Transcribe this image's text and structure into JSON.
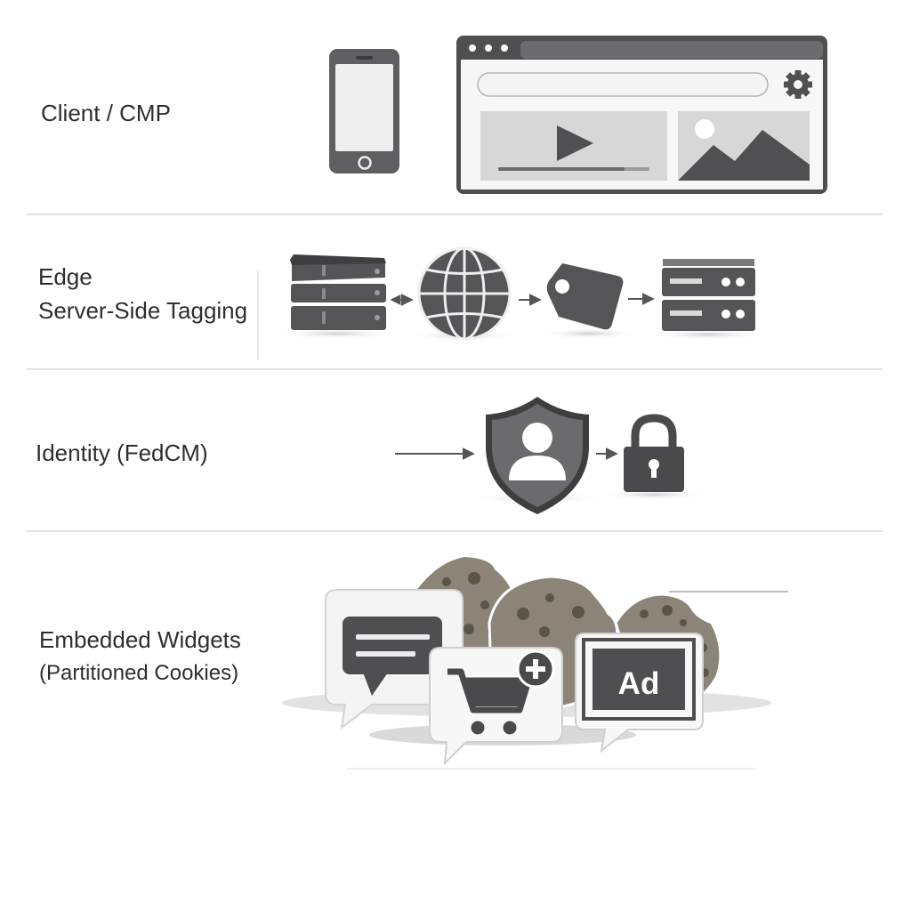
{
  "rows": [
    {
      "lines": [
        "Client / CMP"
      ]
    },
    {
      "lines": [
        "Edge",
        "Server-Side Tagging"
      ]
    },
    {
      "lines": [
        "Identity (FedCM)"
      ]
    },
    {
      "lines": [
        "Embedded Widgets",
        "(Partitioned Cookies)"
      ]
    }
  ],
  "widgets": {
    "ad_label": "Ad"
  },
  "colors": {
    "icon_dark": "#555558",
    "icon_mid": "#6b6b6e",
    "panel_light": "#d6d6d6",
    "cookie": "#8d8478",
    "divider": "#e3e3e3"
  },
  "icons": [
    "smartphone-icon",
    "browser-window-icon",
    "gear-icon",
    "play-icon",
    "image-icon",
    "server-stack-icon",
    "globe-icon",
    "tag-icon",
    "server-icon",
    "shield-user-icon",
    "padlock-icon",
    "chat-bubble-icon",
    "shopping-cart-icon",
    "plus-icon",
    "ad-icon",
    "cookie-icon"
  ]
}
